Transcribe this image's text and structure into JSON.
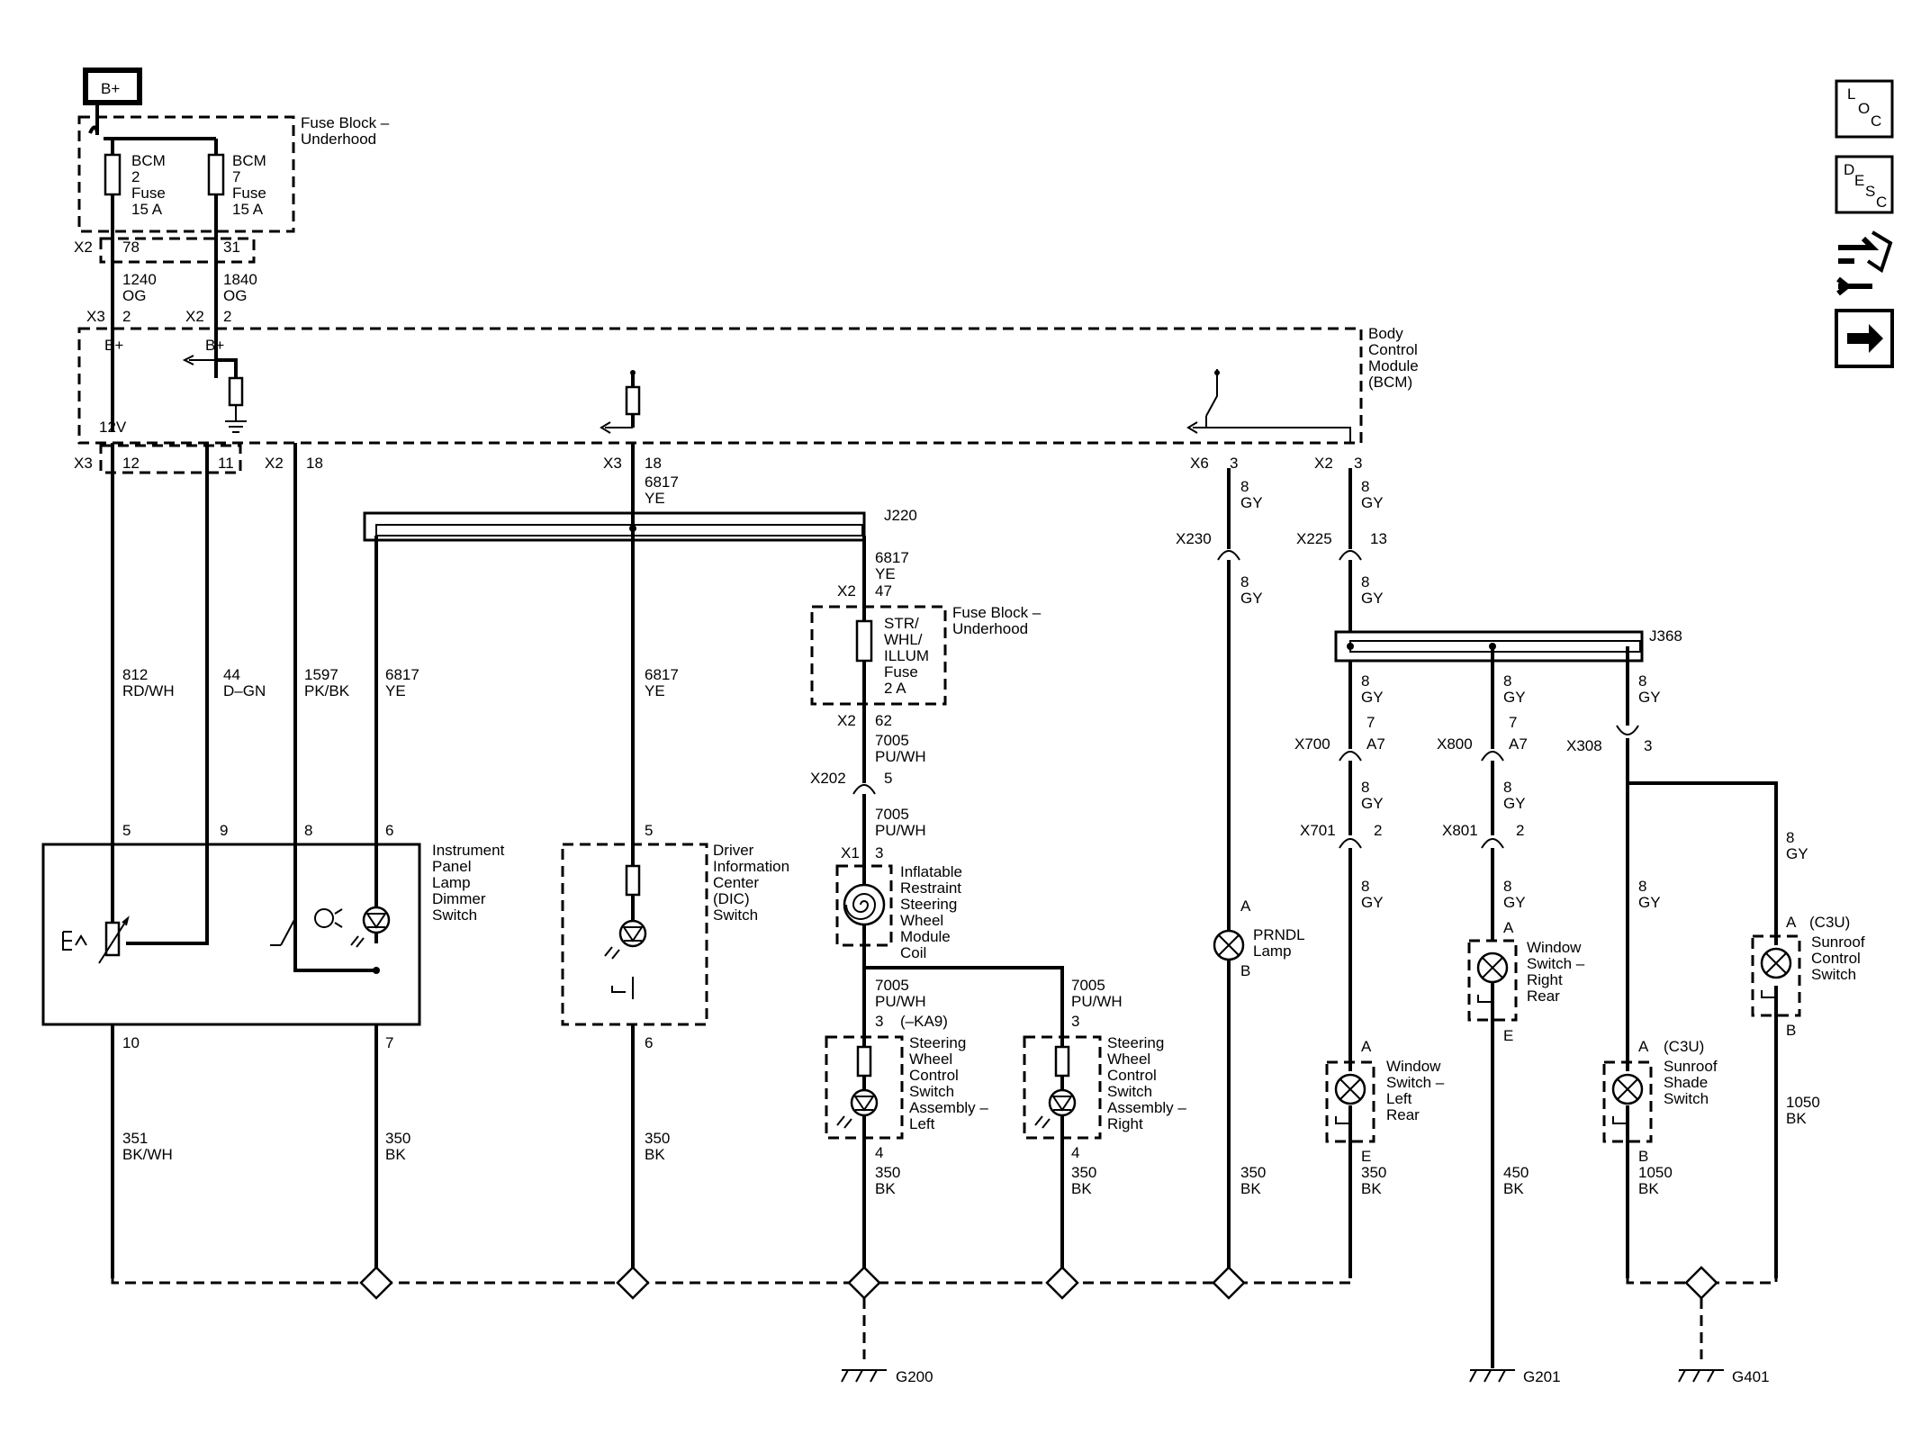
{
  "labels": {
    "bplus_box": "B+",
    "fuse_block_top": [
      "Fuse Block –",
      "Underhood"
    ],
    "bcm2_fuse": [
      "BCM",
      "2",
      "Fuse",
      "15 A"
    ],
    "bcm7_fuse": [
      "BCM",
      "7",
      "Fuse",
      "15 A"
    ],
    "x2": "X2",
    "x3": "X3",
    "x6": "X6",
    "pin_78": "78",
    "pin_31": "31",
    "wire_1240": [
      "1240",
      "OG"
    ],
    "wire_1840": [
      "1840",
      "OG"
    ],
    "pin_2": "2",
    "bcm_name": [
      "Body",
      "Control",
      "Module",
      "(BCM)"
    ],
    "bplus_int": "B+",
    "v12": "12V",
    "pin_12": "12",
    "pin_11": "11",
    "pin_18": "18",
    "pin_3": "3",
    "pin_13": "13",
    "wire_6817_ye": [
      "6817",
      "YE"
    ],
    "wire_812": [
      "812",
      "RD/WH"
    ],
    "wire_44": [
      "44",
      "D–GN"
    ],
    "wire_1597": [
      "1597",
      "PK/BK"
    ],
    "j220": "J220",
    "j368": "J368",
    "wire_8_gy": [
      "8",
      "GY"
    ],
    "x230": "X230",
    "x225": "X225",
    "fuse_block_mid": [
      "Fuse Block –",
      "Underhood"
    ],
    "pin_47": "47",
    "pin_62": "62",
    "str_fuse": [
      "STR/",
      "WHL/",
      "ILLUM",
      "Fuse",
      "2 A"
    ],
    "wire_7005": [
      "7005",
      "PU/WH"
    ],
    "x202": "X202",
    "pin_5": "5",
    "x1": "X1",
    "coil_name": [
      "Inflatable",
      "Restraint",
      "Steering",
      "Wheel",
      "Module",
      "Coil"
    ],
    "ka9": "(–KA9)",
    "swc_left": [
      "Steering",
      "Wheel",
      "Control",
      "Switch",
      "Assembly –",
      "Left"
    ],
    "swc_right": [
      "Steering",
      "Wheel",
      "Control",
      "Switch",
      "Assembly –",
      "Right"
    ],
    "pin_4": "4",
    "wire_350_bk": [
      "350",
      "BK"
    ],
    "ipl_name": [
      "Instrument",
      "Panel",
      "Lamp",
      "Dimmer",
      "Switch"
    ],
    "pin_9": "9",
    "pin_8": "8",
    "pin_6": "6",
    "pin_10": "10",
    "pin_7": "7",
    "wire_351": [
      "351",
      "BK/WH"
    ],
    "dic_name": [
      "Driver",
      "Information",
      "Center",
      "(DIC)",
      "Switch"
    ],
    "prndl": [
      "PRNDL",
      "Lamp"
    ],
    "pin_a": "A",
    "pin_b": "B",
    "pin_e": "E",
    "x700": "X700",
    "x800": "X800",
    "x308": "X308",
    "x701": "X701",
    "x801": "X801",
    "pin_a7": "A7",
    "win_lr": [
      "Window",
      "Switch –",
      "Left",
      "Rear"
    ],
    "win_rr": [
      "Window",
      "Switch –",
      "Right",
      "Rear"
    ],
    "c3u": "(C3U)",
    "sunroof_shade": [
      "Sunroof",
      "Shade",
      "Switch"
    ],
    "sunroof_ctrl": [
      "Sunroof",
      "Control",
      "Switch"
    ],
    "wire_450_bk": [
      "450",
      "BK"
    ],
    "wire_1050_bk": [
      "1050",
      "BK"
    ],
    "g200": "G200",
    "g201": "G201",
    "g401": "G401",
    "icon_loc": [
      "L",
      "O",
      "C"
    ],
    "icon_desc": [
      "D",
      "E",
      "S",
      "C"
    ]
  }
}
